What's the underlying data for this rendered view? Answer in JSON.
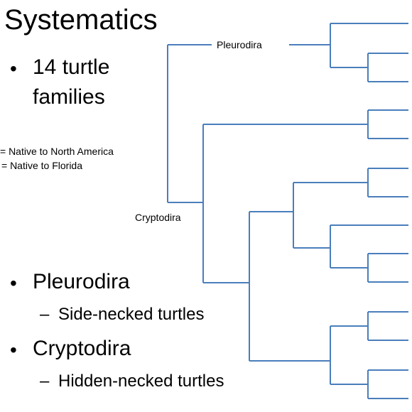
{
  "title": "Systematics",
  "bullets": [
    {
      "dot": "•",
      "text_line1": "14 turtle",
      "text_line2": "families"
    },
    {
      "dot": "•",
      "text": "Pleurodira",
      "sub_dash": "–",
      "sub_text": "Side-necked turtles"
    },
    {
      "dot": "•",
      "text": "Cryptodira",
      "sub_dash": "–",
      "sub_text": "Hidden-necked turtles"
    }
  ],
  "legend": {
    "north_america": "= Native to North America",
    "florida": "= Native to Florida"
  },
  "tree": {
    "line_color": "#4a7ebb",
    "clades": {
      "pleurodira": "Pleurodira",
      "cryptodira": "Cryptodira"
    }
  }
}
